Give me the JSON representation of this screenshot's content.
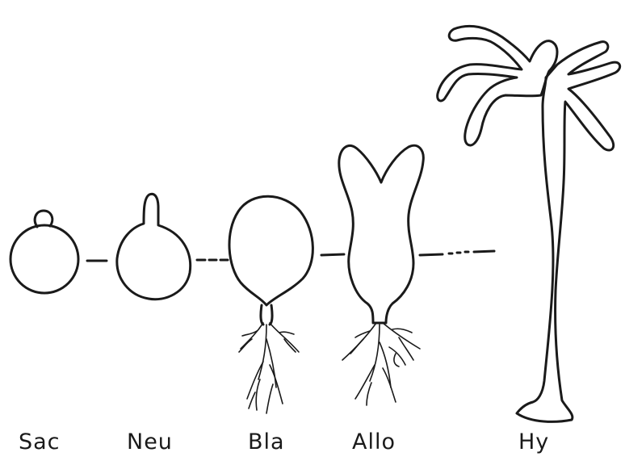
{
  "labels": {
    "sac": "Sac",
    "neu": "Neu",
    "bla": "Bla",
    "allo": "Allo",
    "hy": "Hy"
  }
}
